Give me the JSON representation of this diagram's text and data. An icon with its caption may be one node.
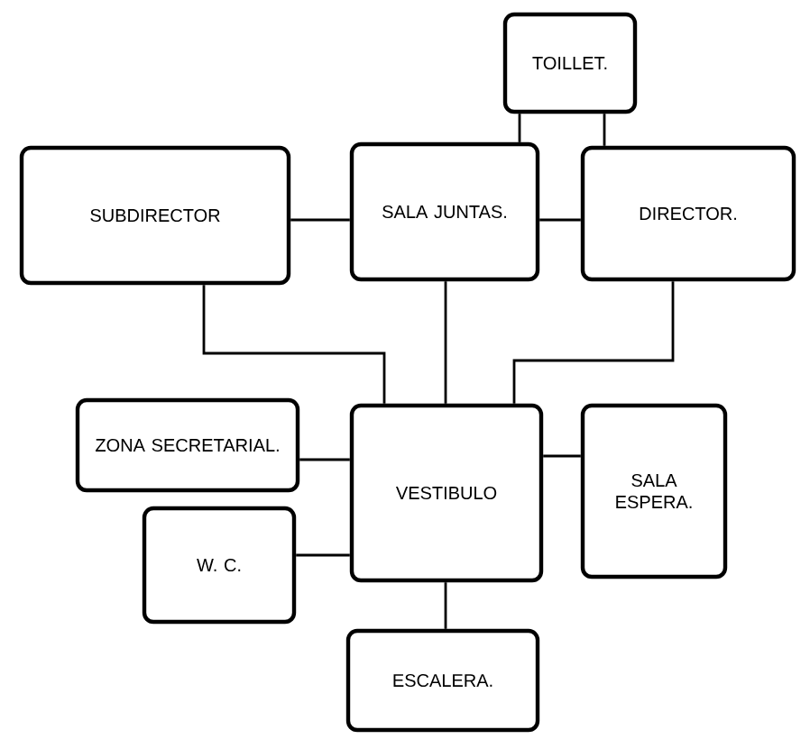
{
  "diagram": {
    "nodes": [
      {
        "text": [
          "TOILLET."
        ]
      },
      {
        "text": [
          "SUBDIRECTOR"
        ]
      },
      {
        "text": [
          "SALA JUNTAS."
        ]
      },
      {
        "text": [
          "DIRECTOR."
        ]
      },
      {
        "text": [
          "ZONA SECRETARIAL."
        ]
      },
      {
        "text": [
          "VESTIBULO"
        ]
      },
      {
        "text": [
          "SALA ESPERA."
        ]
      },
      {
        "text": [
          "W. C."
        ]
      },
      {
        "text": [
          "ESCALERA."
        ]
      }
    ],
    "edges": [
      {
        "from": 0,
        "to": 2,
        "arrow": "none"
      },
      {
        "from": 0,
        "to": 3,
        "arrow": "none"
      },
      {
        "from": 1,
        "to": 2,
        "arrow": "none"
      },
      {
        "from": 2,
        "to": 3,
        "arrow": "none"
      },
      {
        "from": 1,
        "to": 5,
        "arrow": "none"
      },
      {
        "from": 2,
        "to": 5,
        "arrow": "none"
      },
      {
        "from": 3,
        "to": 5,
        "arrow": "none"
      },
      {
        "from": 4,
        "to": 5,
        "arrow": "none"
      },
      {
        "from": 5,
        "to": 6,
        "arrow": "none"
      },
      {
        "from": 7,
        "to": 5,
        "arrow": "none"
      },
      {
        "from": 5,
        "to": 8,
        "arrow": "none"
      }
    ]
  }
}
